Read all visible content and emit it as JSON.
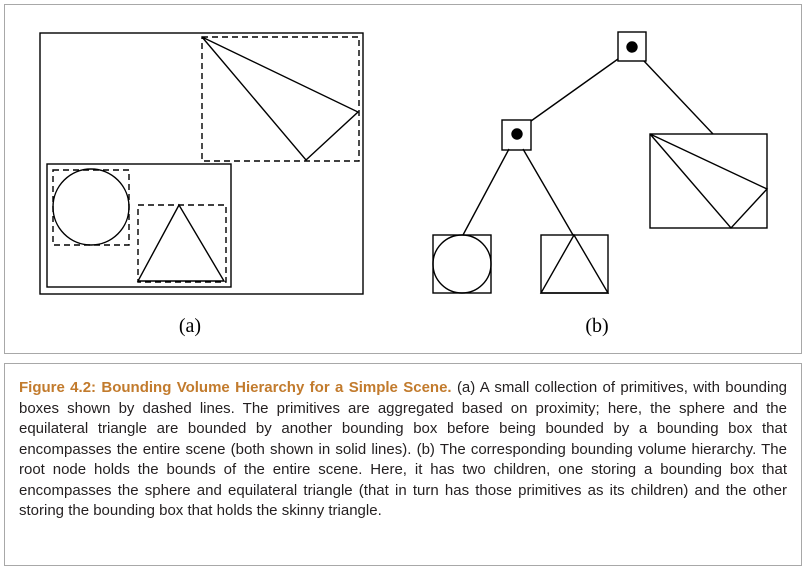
{
  "figure": {
    "label_a": "(a)",
    "label_b": "(b)"
  },
  "caption": {
    "title": "Figure 4.2: Bounding Volume Hierarchy for a Simple Scene.",
    "text": " (a) A small collection of primitives, with bounding boxes shown by dashed lines. The primitives are aggregated based on proximity; here, the sphere and the equilateral triangle are bounded by another bounding box before being bounded by a bounding box that encompasses the entire scene (both shown in solid lines). (b) The corresponding bounding volume hierarchy. The root node holds the bounds of the entire scene. Here, it has two children, one storing a bounding box that encompasses the sphere and equilateral triangle (that in turn has those primitives as its children) and the other storing the bounding box that holds the skinny triangle."
  }
}
